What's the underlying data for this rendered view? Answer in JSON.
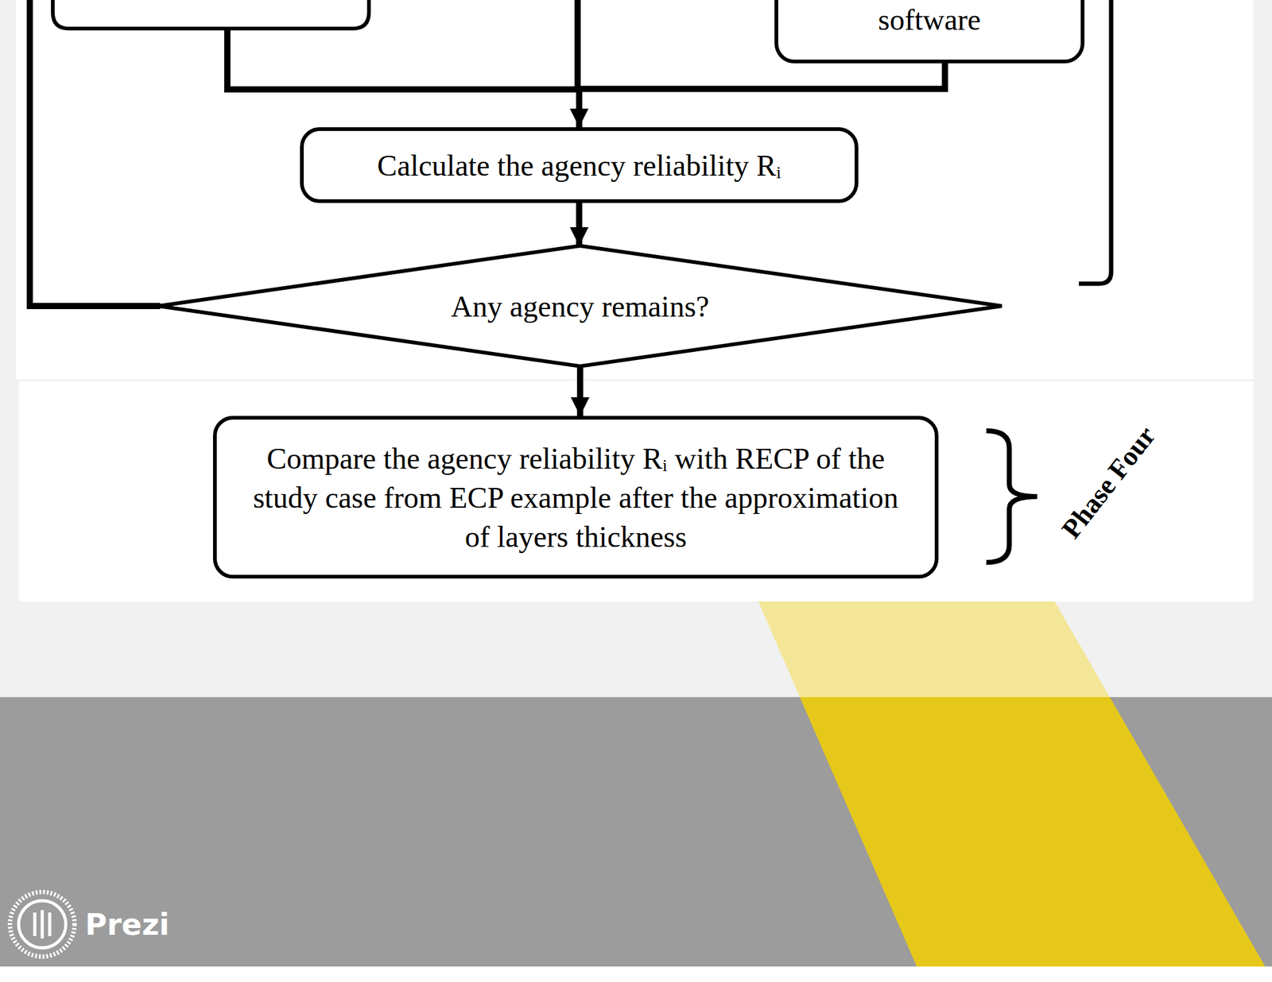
{
  "diagram": {
    "nodes": [
      {
        "text": [
          "software"
        ]
      },
      {
        "text": [
          "Calculate the agency reliability Rᵢ"
        ]
      },
      {
        "text": [
          "Any agency remains?"
        ]
      },
      {
        "text": [
          "Compare the agency reliability Rᵢ with RECP of the study case from ECP example after the approximation of layers thickness"
        ]
      }
    ],
    "edges": [
      {
        "from": 0,
        "to": 1,
        "arrow": "to"
      },
      {
        "from": 1,
        "to": 2,
        "arrow": "to"
      },
      {
        "from": 2,
        "to": 3,
        "arrow": "to"
      }
    ],
    "labels": [
      "Phase Four",
      "Prezi"
    ]
  }
}
